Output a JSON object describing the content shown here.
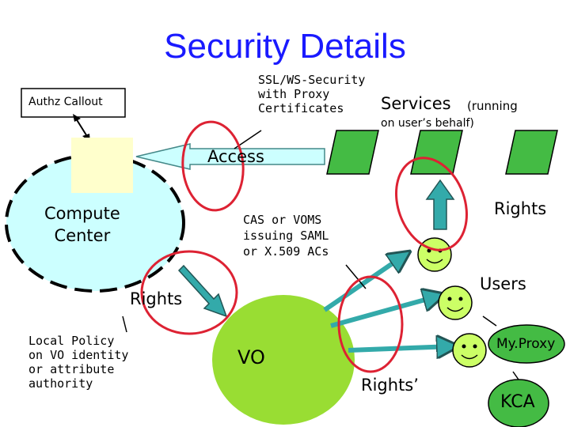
{
  "title": "Security Details",
  "labels": {
    "authz_callout": "Authz Callout",
    "ssl_ws_security": "SSL/WS-Security\nwith Proxy\nCertificates",
    "services": "Services",
    "services_running": "(running",
    "services_behalf": "on user’s behalf)",
    "access": "Access",
    "compute_center": "Compute\nCenter",
    "cas_voms": "CAS or VOMS\nissuing SAML\nor X.509 ACs",
    "rights_top": "Rights",
    "users": "Users",
    "rights_left": "Rights",
    "local_policy": "Local Policy\non VO identity\nor attribute\nauthority",
    "vo": "VO",
    "myproxy": "My.Proxy",
    "rights_prime": "Rights’",
    "kca": "KCA"
  },
  "colors": {
    "title_blue": "#1a1aff",
    "cyan_fill": "#ccffff",
    "light_yellow": "#ffffcc",
    "green": "#44bb44",
    "lime": "#99dd33",
    "teal_arrow": "#33aaaa",
    "smiley": "#ccff66",
    "red_circle": "#dd2233"
  }
}
